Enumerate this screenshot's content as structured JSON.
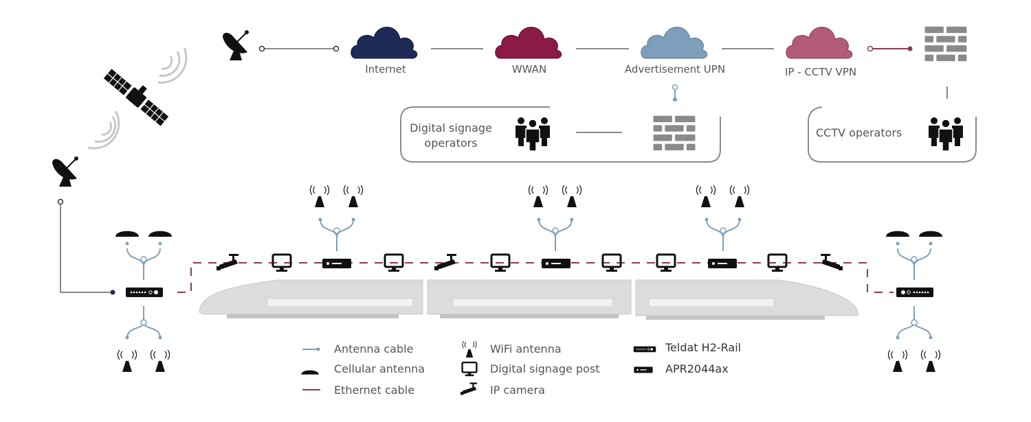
{
  "clouds": {
    "internet": {
      "label": "Internet",
      "color": "#1f2b57"
    },
    "wwan": {
      "label": "WWAN",
      "color": "#8b1a45"
    },
    "advertisement": {
      "label": "Advertisement UPN",
      "color": "#7d9fbc"
    },
    "cctv_vpn": {
      "label": "IP - CCTV VPN",
      "color": "#b15a79"
    }
  },
  "groups": {
    "signage_operators": {
      "line1": "Digital signage",
      "line2": "operators"
    },
    "cctv_operators": {
      "label": "CCTV operators"
    }
  },
  "legend": {
    "antenna_cable": "Antenna cable",
    "cellular_antenna": "Cellular antenna",
    "ethernet_cable": "Ethernet cable",
    "wifi_antenna": "WiFi antenna",
    "signage_post": "Digital signage post",
    "ip_camera": "IP camera",
    "teldat_h2_rail": "Teldat H2-Rail",
    "apr2044ax": "APR2044ax"
  },
  "colors": {
    "ethernet": "#8b3a5a",
    "antenna_cable": "#7d9fbc",
    "wired": "#8a8a8a",
    "icon": "#111111",
    "train": "#d6d6d6",
    "firewall": "#8a8a8a"
  }
}
